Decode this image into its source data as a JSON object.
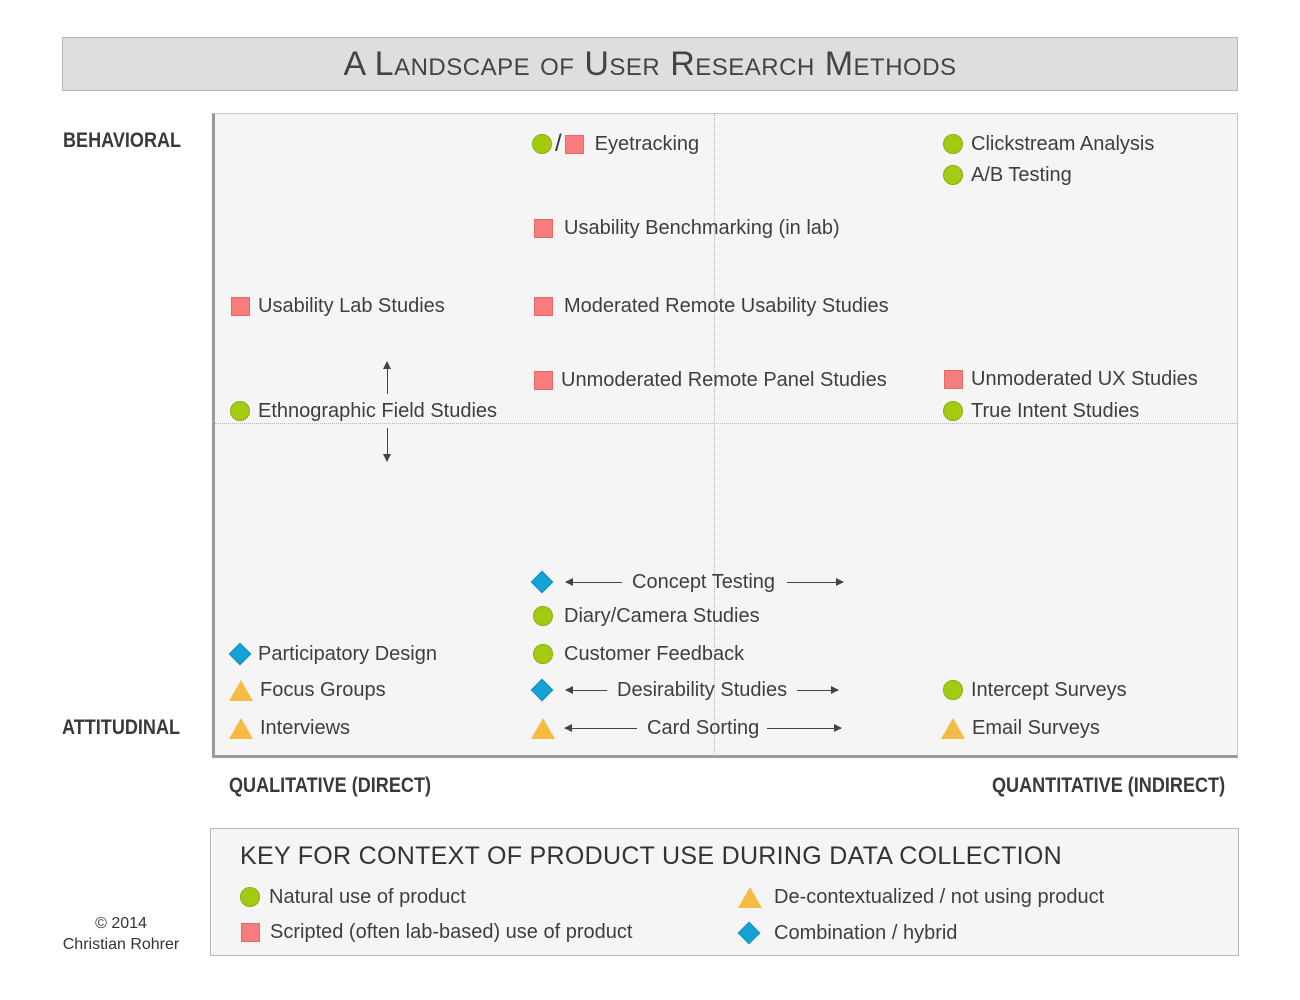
{
  "title": "A Landscape of User Research Methods",
  "axes": {
    "top": "BEHAVIORAL",
    "bottom": "ATTITUDINAL",
    "left": "QUALITATIVE (DIRECT)",
    "right": "QUANTITATIVE (INDIRECT)"
  },
  "methods": {
    "eyetracking": "Eyetracking",
    "clickstream": "Clickstream Analysis",
    "ab_testing": "A/B Testing",
    "usability_benchmarking": "Usability Benchmarking (in lab)",
    "usability_lab": "Usability Lab Studies",
    "moderated_remote": "Moderated Remote Usability Studies",
    "unmoderated_panel": "Unmoderated Remote Panel Studies",
    "unmoderated_ux": "Unmoderated UX Studies",
    "ethnographic": "Ethnographic Field Studies",
    "true_intent": "True Intent Studies",
    "concept_testing": "Concept Testing",
    "diary_camera": "Diary/Camera Studies",
    "participatory": "Participatory Design",
    "customer_feedback": "Customer Feedback",
    "focus_groups": "Focus Groups",
    "desirability": "Desirability Studies",
    "intercept_surveys": "Intercept Surveys",
    "interviews": "Interviews",
    "card_sorting": "Card Sorting",
    "email_surveys": "Email Surveys"
  },
  "key": {
    "title": "KEY FOR CONTEXT OF PRODUCT USE DURING DATA COLLECTION",
    "natural": "Natural use of product",
    "scripted": "Scripted (often lab-based) use of product",
    "decontextualized": "De-contextualized / not using product",
    "combination": "Combination / hybrid"
  },
  "marker_colors": {
    "natural_circle": "#a3cb12",
    "scripted_square": "#f77c7c",
    "decontextualized_triangle": "#f6bb44",
    "combination_diamond": "#15a3d5"
  },
  "copyright": {
    "line1": "© 2014",
    "line2": "Christian Rohrer"
  }
}
